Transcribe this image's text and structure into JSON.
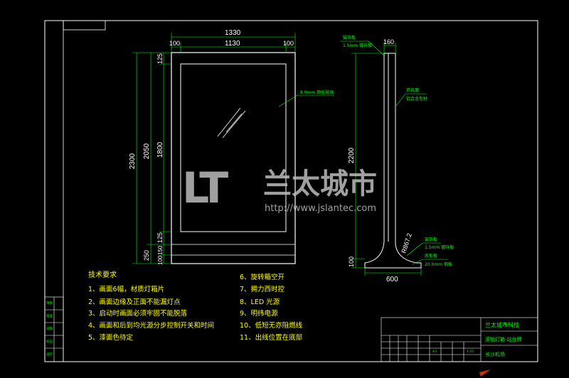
{
  "front_view": {
    "dims_top": {
      "overall_width": "1330",
      "left_margin": "100",
      "inner_width": "1130",
      "right_margin": "100"
    },
    "dims_left": {
      "overall_height": "2300",
      "panel_height": "2050",
      "top_band": "125",
      "inner_height": "1800",
      "bottom_band": "125",
      "base_a": "150",
      "base_b": "100",
      "base_total": "250"
    },
    "label_glass": "8.0mm 钢化玻璃"
  },
  "side_view": {
    "label_top": "装饰板",
    "label_top2": "1.5mm 镀锌板",
    "width_top": "160",
    "label_mid": "开启面",
    "label_mid2": "铝合金型材",
    "height": "2200",
    "base_height": "100",
    "radius": "R867.2",
    "base_width": "600",
    "label_base1": "装饰板",
    "label_base2": "1.5mm 镀锌板",
    "label_base3": "底板板",
    "label_base4": "20.0mm 钢板"
  },
  "requirements": {
    "title": "技术要求",
    "left": [
      "1、画面6幅，材质灯箱片",
      "2、画面边缘及正面不能漏灯点",
      "3、启动时画面必须牢固不能脱落",
      "4、画面和后到均光源分步控制开关和时间",
      "5、漆面色待定"
    ],
    "right": [
      "6、旋转箱空开",
      "7、拥力西时控",
      "8、LED 光源",
      "9、明纬电源",
      "10、低短无亦阻燃线",
      "11、出线位置在底部"
    ]
  },
  "title_block": {
    "company": "兰太城市科技",
    "product": "滚轴灯箱-站台牌",
    "note": "长沙机场",
    "small_left": "A3",
    "small_right": "1:25"
  },
  "left_strip": [
    "审核",
    "批准",
    "日期",
    "标记",
    "设计"
  ],
  "watermark": {
    "logo_letters": "LT",
    "brand": "兰太城市",
    "url": "http://www.jslantec.com"
  },
  "colors": {
    "background": "#000000",
    "geometry": "#ffffff",
    "labels": "#00ff00",
    "requirements": "#ffff00"
  }
}
